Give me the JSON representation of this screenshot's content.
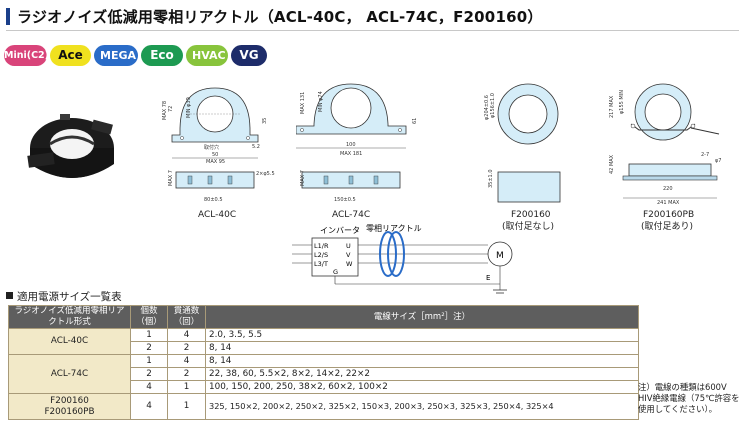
{
  "title": "ラジオノイズ低減用零相リアクトル（ACL-40C， ACL-74C，F200160）",
  "badges": [
    "Mini(C2)",
    "Ace",
    "MEGA",
    "Eco",
    "HVAC",
    "VG"
  ],
  "colors": {
    "accent": "#1a3f8a",
    "drawing_fill": "#d5edf8",
    "table_header": "#5e5e5e",
    "table_model_cell": "#f2e9c8"
  },
  "drawings": {
    "acl40c": {
      "caption": "ACL-40C",
      "dims": [
        "MAX 78",
        "72",
        "MIN φ39",
        "35",
        "5.5",
        "5.2",
        "取付穴",
        "50",
        "MAX 95",
        "2×φ5.5",
        "80±0.5",
        "MAX 7"
      ]
    },
    "acl74c": {
      "caption": "ACL-74C",
      "dims": [
        "MAX 131",
        "MIN φ74",
        "61",
        "100",
        "MAX 181",
        "MAX 7",
        "150±0.5"
      ]
    },
    "f200160": {
      "caption": "F200160",
      "sub": "(取付足なし)",
      "dims": [
        "φ204±0.6",
        "φ156±1.0",
        "35±1.0"
      ]
    },
    "f200160pb": {
      "caption": "F200160PB",
      "sub": "(取付足あり)",
      "dims": [
        "217 MAX",
        "φ155 MIN",
        "2-7",
        "φ7",
        "42 MAX",
        "220",
        "241 MAX"
      ]
    },
    "wiring": {
      "inverter": "インバータ",
      "reactor": "零相リアクトル",
      "inputs": [
        "L1/R",
        "L2/S",
        "L3/T"
      ],
      "outputs": [
        "U",
        "V",
        "W"
      ],
      "ground": "G",
      "motor": "M",
      "earth": "E"
    }
  },
  "table": {
    "heading": "適用電源サイズ一覧表",
    "headers": [
      "ラジオノイズ低減用零相リアクトル形式",
      "個数（個）",
      "貫通数（回）",
      "電線サイズ［mm²］注）"
    ],
    "groups": [
      {
        "model": "ACL-40C",
        "rows": [
          [
            "1",
            "4",
            "2.0, 3.5, 5.5"
          ],
          [
            "2",
            "2",
            "8, 14"
          ]
        ]
      },
      {
        "model": "ACL-74C",
        "rows": [
          [
            "1",
            "4",
            "8, 14"
          ],
          [
            "2",
            "2",
            "22, 38, 60, 5.5×2, 8×2, 14×2, 22×2"
          ],
          [
            "4",
            "1",
            "100, 150, 200, 250, 38×2, 60×2, 100×2"
          ]
        ]
      },
      {
        "model": "F200160\nF200160PB",
        "rows": [
          [
            "4",
            "1",
            "325, 150×2, 200×2, 250×2, 325×2, 150×3, 200×3, 250×3, 325×3, 250×4, 325×4"
          ]
        ]
      }
    ],
    "note": "注）電線の種類は600V HIV絶縁電線（75℃許容を使用してください）。"
  }
}
